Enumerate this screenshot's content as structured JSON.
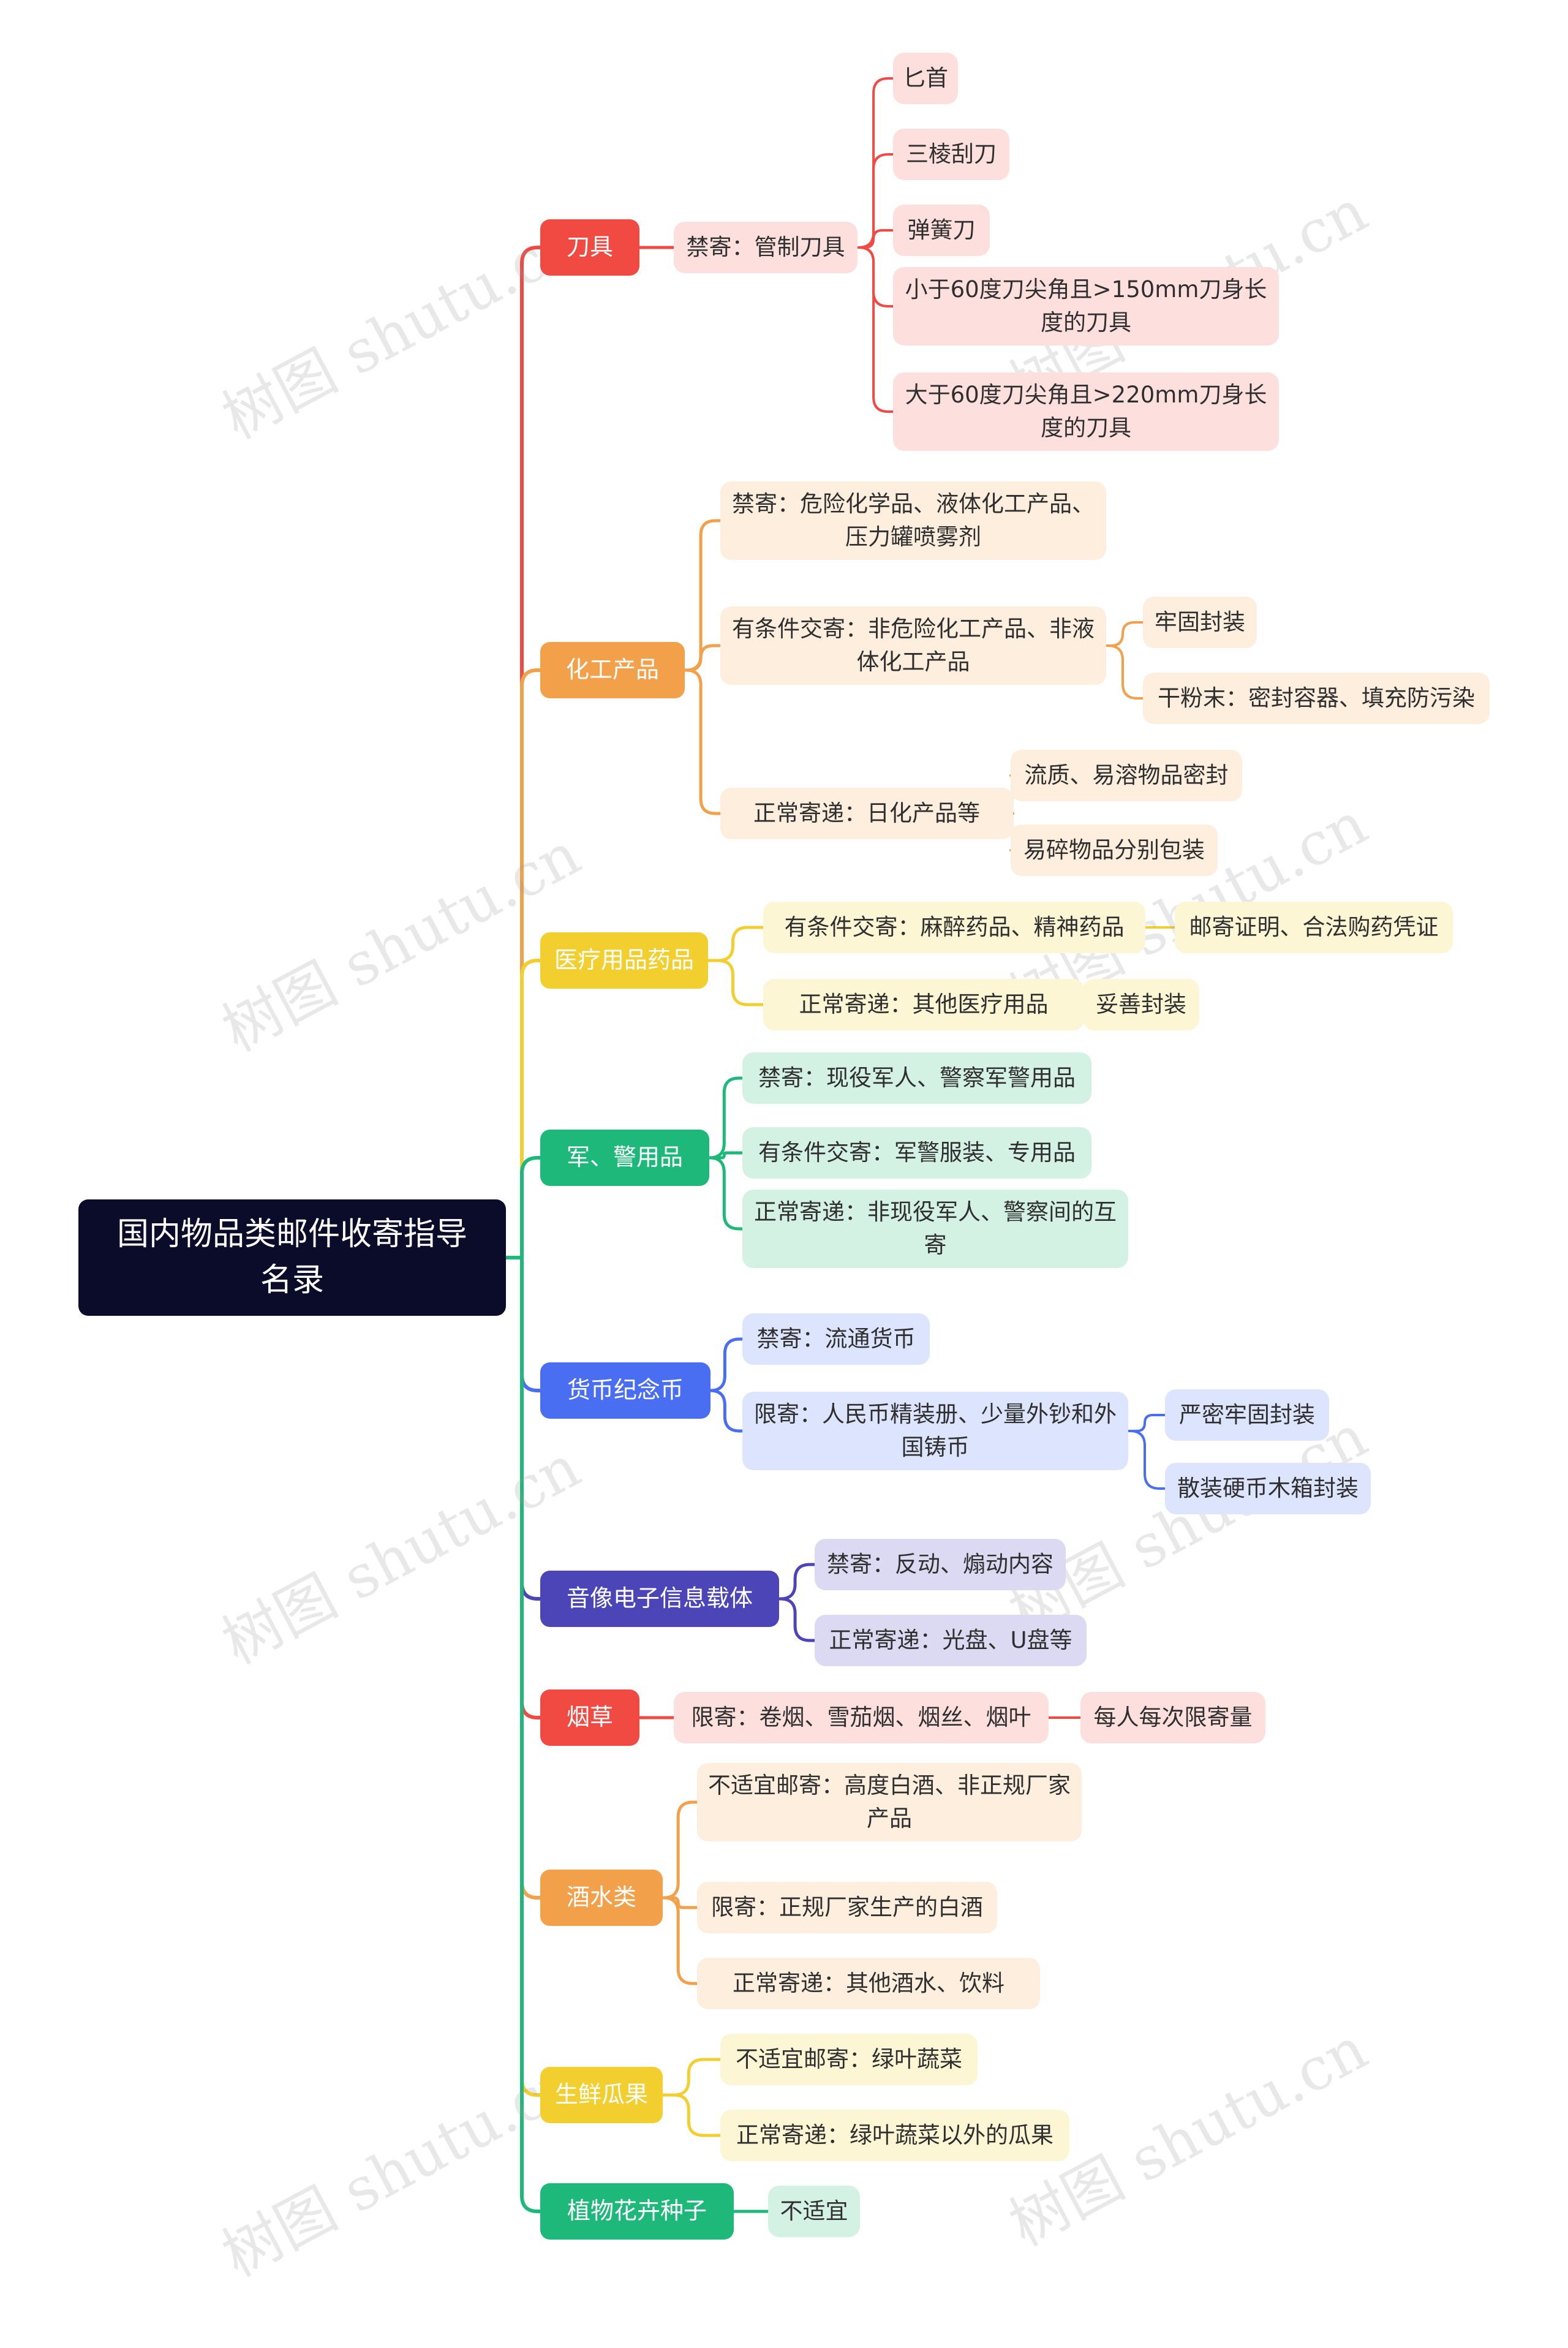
{
  "root": "国内物品类邮件收寄指导名录",
  "watermark": "树图 shutu.cn",
  "branches": [
    {
      "label": "刀具",
      "color": "#f04a43",
      "light": "#fde0de",
      "children": [
        {
          "label": "禁寄：管制刀具",
          "children": [
            {
              "label": "匕首"
            },
            {
              "label": "三棱刮刀"
            },
            {
              "label": "弹簧刀"
            },
            {
              "label": "小于60度刀尖角且>150mm刀身长度的刀具"
            },
            {
              "label": "大于60度刀尖角且>220mm刀身长度的刀具"
            }
          ]
        }
      ]
    },
    {
      "label": "化工产品",
      "color": "#f2a04a",
      "light": "#fdeedd",
      "children": [
        {
          "label": "禁寄：危险化学品、液体化工产品、压力罐喷雾剂",
          "children": []
        },
        {
          "label": "有条件交寄：非危险化工产品、非液体化工产品",
          "children": [
            {
              "label": "牢固封装"
            },
            {
              "label": "干粉末：密封容器、填充防污染"
            }
          ]
        },
        {
          "label": "正常寄递：日化产品等",
          "children": [
            {
              "label": "流质、易溶物品密封"
            },
            {
              "label": "易碎物品分别包装"
            }
          ]
        }
      ]
    },
    {
      "label": "医疗用品药品",
      "color": "#f2cf2f",
      "light": "#fdf6d4",
      "children": [
        {
          "label": "有条件交寄：麻醉药品、精神药品",
          "children": [
            {
              "label": "邮寄证明、合法购药凭证"
            }
          ]
        },
        {
          "label": "正常寄递：其他医疗用品",
          "children": [
            {
              "label": "妥善封装"
            }
          ]
        }
      ]
    },
    {
      "label": "军、警用品",
      "color": "#1eb87a",
      "light": "#d4f2e4",
      "children": [
        {
          "label": "禁寄：现役军人、警察军警用品",
          "children": []
        },
        {
          "label": "有条件交寄：军警服装、专用品",
          "children": []
        },
        {
          "label": "正常寄递：非现役军人、警察间的互寄",
          "children": []
        }
      ]
    },
    {
      "label": "货币纪念币",
      "color": "#4a6ef2",
      "light": "#dde4fd",
      "children": [
        {
          "label": "禁寄：流通货币",
          "children": []
        },
        {
          "label": "限寄：人民币精装册、少量外钞和外国铸币",
          "children": [
            {
              "label": "严密牢固封装"
            },
            {
              "label": "散装硬币木箱封装"
            }
          ]
        }
      ]
    },
    {
      "label": "音像电子信息载体",
      "color": "#4b45b8",
      "light": "#dcdaf3",
      "children": [
        {
          "label": "禁寄：反动、煽动内容",
          "children": []
        },
        {
          "label": "正常寄递：光盘、U盘等",
          "children": []
        }
      ]
    },
    {
      "label": "烟草",
      "color": "#f04a43",
      "light": "#fde0de",
      "children": [
        {
          "label": "限寄：卷烟、雪茄烟、烟丝、烟叶",
          "children": [
            {
              "label": "每人每次限寄量"
            }
          ]
        }
      ]
    },
    {
      "label": "酒水类",
      "color": "#f2a04a",
      "light": "#fdeedd",
      "children": [
        {
          "label": "不适宜邮寄：高度白酒、非正规厂家产品",
          "children": []
        },
        {
          "label": "限寄：正规厂家生产的白酒",
          "children": []
        },
        {
          "label": "正常寄递：其他酒水、饮料",
          "children": []
        }
      ]
    },
    {
      "label": "生鲜瓜果",
      "color": "#f2cf2f",
      "light": "#fdf6d4",
      "children": [
        {
          "label": "不适宜邮寄：绿叶蔬菜",
          "children": []
        },
        {
          "label": "正常寄递：绿叶蔬菜以外的瓜果",
          "children": []
        }
      ]
    },
    {
      "label": "植物花卉种子",
      "color": "#1eb87a",
      "light": "#d4f2e4",
      "children": [
        {
          "label": "不适宜",
          "children": []
        }
      ]
    }
  ]
}
